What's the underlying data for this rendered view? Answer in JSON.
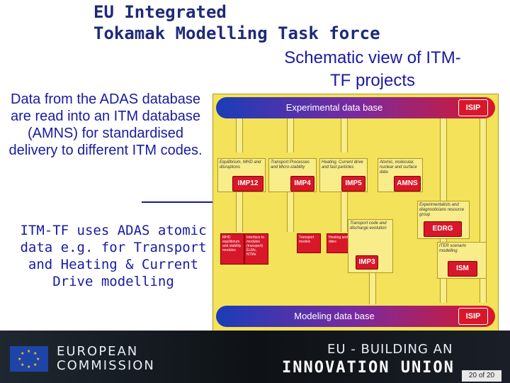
{
  "title": "EU Integrated\nTokamak Modelling Task force",
  "subtitle": "Schematic view of ITM-TF projects",
  "left_text_1": "Data from the ADAS database are read into an ITM database (AMNS) for standardised delivery to different ITM codes.",
  "left_text_2": "ITM-TF uses ADAS atomic data e.g. for Transport and Heating & Current Drive modelling",
  "diagram": {
    "top_bar": "Experimental data base",
    "bottom_bar": "Modeling data base",
    "isip": "ISIP",
    "cards": [
      {
        "caption": "Equilibrium, MHD and disruptions",
        "imp": "IMP12"
      },
      {
        "caption": "Transport Processes and Micro-stability",
        "imp": "IMP4"
      },
      {
        "caption": "Heating, Current drive and fast particles",
        "imp": "IMP5"
      },
      {
        "caption": "Atomic, molecular, nuclear and surface data",
        "imp": "AMNS"
      }
    ],
    "edrg_caption": "Experimentalists and diagnosticians resource group",
    "edrg": "EDRG",
    "transport_caption": "Transport code and discharge evolution",
    "imp3": "IMP3",
    "iter_caption": "ITER scenario modelling",
    "ism": "ISM",
    "mini_boxes": [
      "MHD equilibrium and stability modules",
      "Interface to modules (transport) ELMs, NTMs",
      "Transport models",
      "Heating and ddes"
    ]
  },
  "footer": {
    "commission_line1": "EUROPEAN",
    "commission_line2": "COMMISSION",
    "eu_building": "EU - BUILDING AN",
    "innovation": "INNOVATION UNION",
    "page": "20 of 20"
  },
  "colors": {
    "dark_blue": "#1a1aa0",
    "red": "#d8182a",
    "yellow": "#f3e25a"
  }
}
